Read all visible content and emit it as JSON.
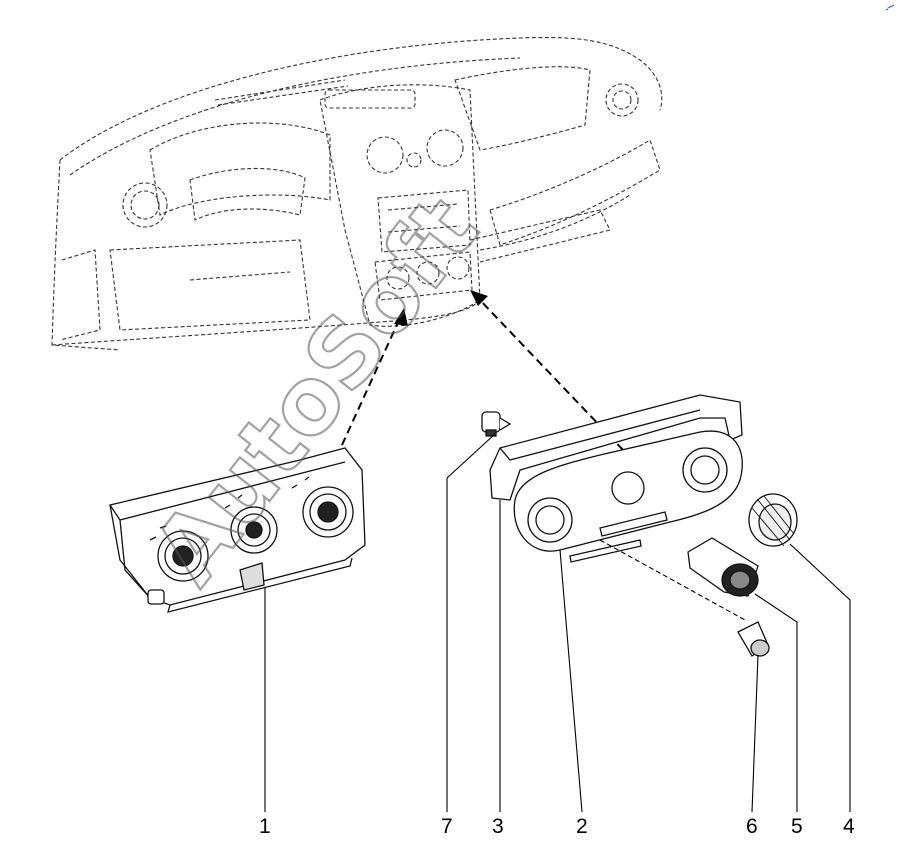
{
  "watermark": "AutoSoft",
  "callouts": [
    {
      "id": "1",
      "label": "1"
    },
    {
      "id": "7",
      "label": "7"
    },
    {
      "id": "3",
      "label": "3"
    },
    {
      "id": "2",
      "label": "2"
    },
    {
      "id": "6",
      "label": "6"
    },
    {
      "id": "5",
      "label": "5"
    },
    {
      "id": "4",
      "label": "4"
    }
  ]
}
